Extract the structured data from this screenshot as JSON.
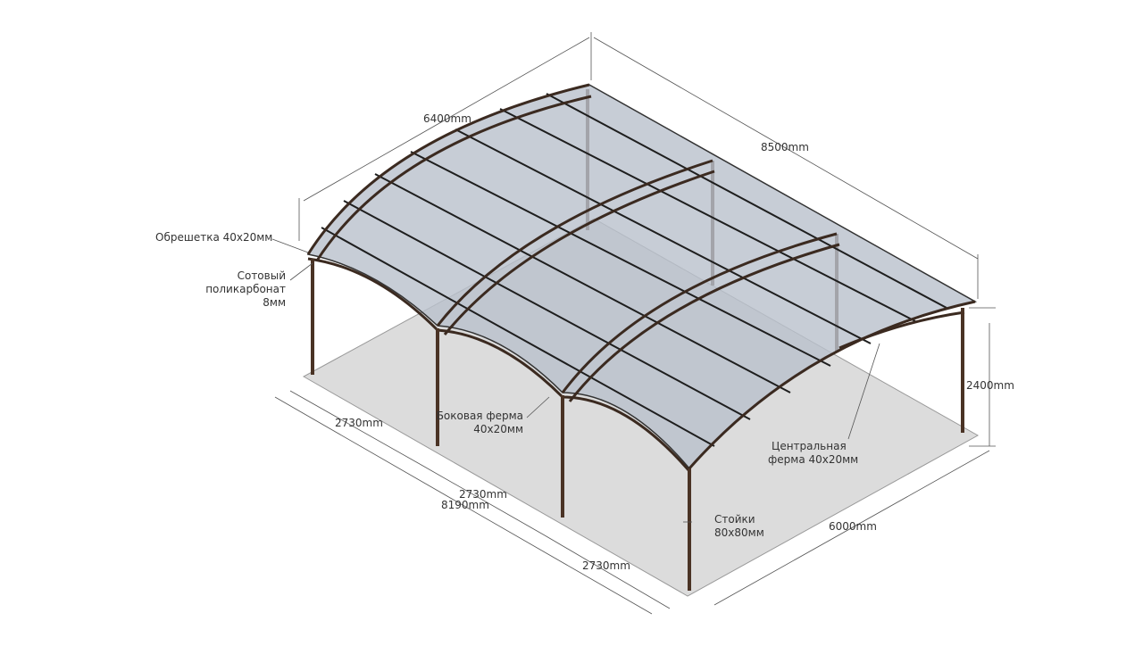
{
  "dimensions": {
    "roof_width": "6400mm",
    "roof_length": "8500mm",
    "height": "2400mm",
    "span_1": "2730mm",
    "span_2": "2730mm",
    "span_3": "2730mm",
    "total_length": "8190mm",
    "base_width": "6000mm"
  },
  "callouts": {
    "lathing": "Обрешетка 40х20мм",
    "polycarbonate_1": "Сотовый",
    "polycarbonate_2": "поликарбонат",
    "polycarbonate_3": "8мм",
    "side_truss_1": "Боковая ферма",
    "side_truss_2": "40х20мм",
    "central_truss_1": "Центральная",
    "central_truss_2": "ферма 40х20мм",
    "posts_1": "Стойки",
    "posts_2": "80х80мм"
  },
  "colors": {
    "floor": "#dcdcdc",
    "roof": "#b9c0cc",
    "steel": "#4a3325",
    "dim": "#555555"
  }
}
